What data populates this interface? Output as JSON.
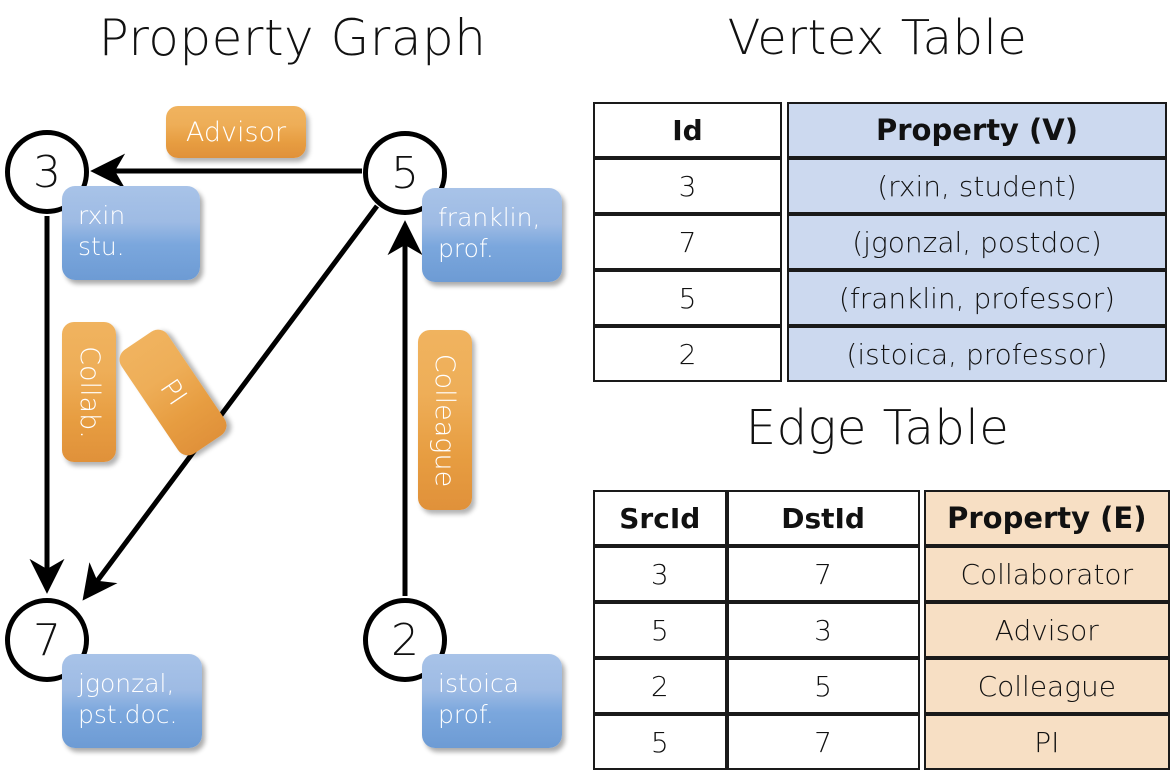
{
  "titles": {
    "property_graph": "Property Graph",
    "vertex_table": "Vertex Table",
    "edge_table": "Edge Table"
  },
  "graph": {
    "nodes": [
      {
        "id": "3",
        "property": "rxin\nstu."
      },
      {
        "id": "5",
        "property": "franklin,\nprof."
      },
      {
        "id": "7",
        "property": "jgonzal,\npst.doc."
      },
      {
        "id": "2",
        "property": "istoica\nprof."
      }
    ],
    "node_labels": {
      "n3": "3",
      "n5": "5",
      "n7": "7",
      "n2": "2"
    },
    "property_lines": {
      "n3_l1": "rxin",
      "n3_l2": "stu.",
      "n5_l1": "franklin,",
      "n5_l2": "prof.",
      "n7_l1": "jgonzal,",
      "n7_l2": "pst.doc.",
      "n2_l1": "istoica",
      "n2_l2": "prof."
    },
    "edge_labels": {
      "advisor": "Advisor",
      "collab": "Collab.",
      "pi": "PI",
      "colleague": "Colleague"
    },
    "edges": [
      {
        "src": "5",
        "dst": "3",
        "label": "Advisor"
      },
      {
        "src": "3",
        "dst": "7",
        "label": "Collab."
      },
      {
        "src": "5",
        "dst": "7",
        "label": "PI"
      },
      {
        "src": "2",
        "dst": "5",
        "label": "Colleague"
      }
    ]
  },
  "vertex_table": {
    "headers": {
      "id": "Id",
      "property": "Property (V)"
    },
    "rows": [
      {
        "id": "3",
        "property": "(rxin, student)"
      },
      {
        "id": "7",
        "property": "(jgonzal, postdoc)"
      },
      {
        "id": "5",
        "property": "(franklin, professor)"
      },
      {
        "id": "2",
        "property": "(istoica, professor)"
      }
    ]
  },
  "edge_table": {
    "headers": {
      "src": "SrcId",
      "dst": "DstId",
      "property": "Property (E)"
    },
    "rows": [
      {
        "src": "3",
        "dst": "7",
        "property": "Collaborator"
      },
      {
        "src": "5",
        "dst": "3",
        "property": "Advisor"
      },
      {
        "src": "2",
        "dst": "5",
        "property": "Colleague"
      },
      {
        "src": "5",
        "dst": "7",
        "property": "PI"
      }
    ]
  },
  "colors": {
    "vertex_property_fill": "#ccd9ef",
    "edge_property_fill": "#f7dfc4",
    "node_box_blue": "#7ba7dd",
    "edge_label_orange": "#eeae58",
    "stroke": "#000000"
  }
}
